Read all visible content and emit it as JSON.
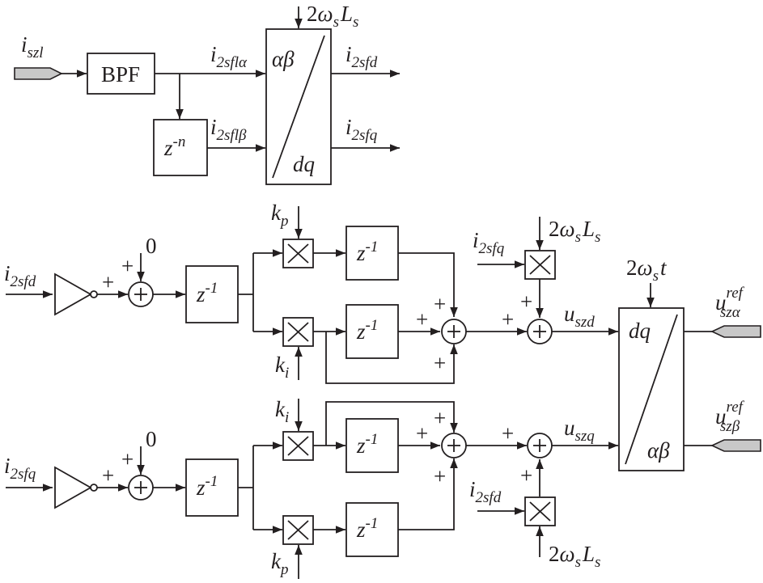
{
  "colors": {
    "line": "#231f20",
    "port_fill": "#c8c8c8",
    "background": "#ffffff"
  },
  "glyphs": {
    "plus": "+",
    "cross": "×"
  },
  "top_section": {
    "input": {
      "main": "i",
      "sub": "szl"
    },
    "bpf_label": "BPF",
    "delay_n": {
      "main": "z",
      "sup": "-n"
    },
    "signal_alpha": {
      "main": "i",
      "sub": "2sflα"
    },
    "signal_beta": {
      "main": "i",
      "sub": "2sflβ"
    },
    "transform": {
      "top": "αβ",
      "bottom": "dq"
    },
    "transform_input": {
      "pre": "2",
      "omega": "ω",
      "omega_sub": "s",
      "L": "L",
      "L_sub": "s"
    },
    "out_d": {
      "main": "i",
      "sub": "2sfd"
    },
    "out_q": {
      "main": "i",
      "sub": "2sfq"
    }
  },
  "d_channel": {
    "input": {
      "main": "i",
      "sub": "2sfd"
    },
    "ref_value": "0",
    "delay": {
      "main": "z",
      "sup": "-1"
    },
    "kp": {
      "main": "k",
      "sub": "p"
    },
    "ki": {
      "main": "k",
      "sub": "i"
    },
    "cross_input": {
      "main": "i",
      "sub": "2sfq"
    },
    "cross_gain": {
      "pre": "2",
      "omega": "ω",
      "omega_sub": "s",
      "L": "L",
      "L_sub": "s"
    },
    "output": {
      "main": "u",
      "sub": "szd"
    }
  },
  "q_channel": {
    "input": {
      "main": "i",
      "sub": "2sfq"
    },
    "ref_value": "0",
    "delay": {
      "main": "z",
      "sup": "-1"
    },
    "kp": {
      "main": "k",
      "sub": "p"
    },
    "ki": {
      "main": "k",
      "sub": "i"
    },
    "cross_input": {
      "main": "i",
      "sub": "2sfd"
    },
    "cross_gain": {
      "pre": "2",
      "omega": "ω",
      "omega_sub": "s",
      "L": "L",
      "L_sub": "s"
    },
    "output": {
      "main": "u",
      "sub": "szq"
    }
  },
  "inverse_transform": {
    "top": "dq",
    "bottom": "αβ",
    "angle": {
      "pre": "2",
      "omega": "ω",
      "omega_sub": "s",
      "var": "t"
    },
    "out_alpha": {
      "main": "u",
      "sup": "ref",
      "sub": "szα"
    },
    "out_beta": {
      "main": "u",
      "sup": "ref",
      "sub": "szβ"
    }
  }
}
